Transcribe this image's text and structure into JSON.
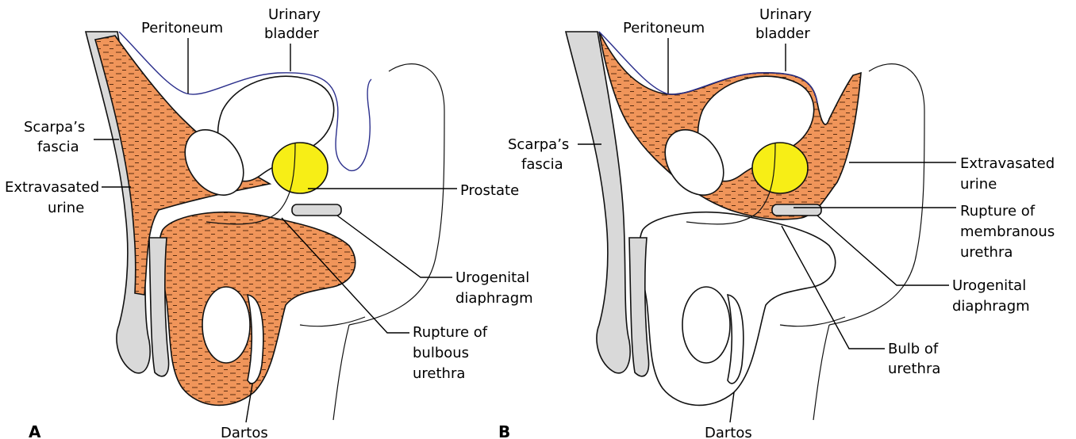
{
  "colors": {
    "extravasated_urine": "#f0955a",
    "fascia_gray": "#d9d9d9",
    "prostate_yellow": "#f7ee16",
    "peritoneum_line": "#2b2f8c",
    "outline": "#111111"
  },
  "panel_a": {
    "letter": "A",
    "labels": {
      "peritoneum": "Peritoneum",
      "urinary_bladder_1": "Urinary",
      "urinary_bladder_2": "bladder",
      "scarpas_fascia_1": "Scarpa’s",
      "scarpas_fascia_2": "fascia",
      "extravasated_urine_1": "Extravasated",
      "extravasated_urine_2": "urine",
      "prostate": "Prostate",
      "urogenital_diaphragm_1": "Urogenital",
      "urogenital_diaphragm_2": "diaphragm",
      "rupture_1": "Rupture of",
      "rupture_2": "bulbous",
      "rupture_3": "urethra",
      "dartos": "Dartos"
    }
  },
  "panel_b": {
    "letter": "B",
    "labels": {
      "peritoneum": "Peritoneum",
      "urinary_bladder_1": "Urinary",
      "urinary_bladder_2": "bladder",
      "scarpas_fascia_1": "Scarpa’s",
      "scarpas_fascia_2": "fascia",
      "extravasated_urine_1": "Extravasated",
      "extravasated_urine_2": "urine",
      "rupture_1": "Rupture of",
      "rupture_2": "membranous",
      "rupture_3": "urethra",
      "urogenital_diaphragm_1": "Urogenital",
      "urogenital_diaphragm_2": "diaphragm",
      "bulb_1": "Bulb of",
      "bulb_2": "urethra",
      "dartos": "Dartos"
    }
  }
}
